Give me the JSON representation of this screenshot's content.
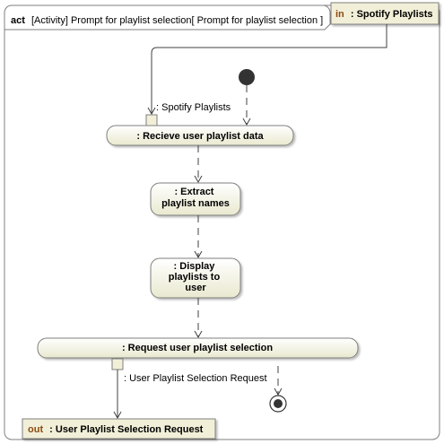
{
  "frame": {
    "keyword": "act",
    "title": "[Activity] Prompt for playlist selection[ Prompt for playlist selection ]"
  },
  "parameters": {
    "input": {
      "direction": "in",
      "name": ": Spotify Playlists"
    },
    "output": {
      "direction": "out",
      "name": ": User Playlist Selection Request"
    }
  },
  "actions": {
    "receive": ": Recieve user playlist data",
    "extract": [
      ": Extract",
      "playlist names"
    ],
    "display": [
      ": Display",
      "playlists to",
      "user"
    ],
    "request": ": Request user playlist selection"
  },
  "pins": {
    "input_pin_label": ": Spotify Playlists",
    "output_pin_label": ": User Playlist Selection Request"
  },
  "colors": {
    "action_fill_top": "#ffffff",
    "action_fill_bottom": "#e9e8cf",
    "parameter_fill": "#f2efd8",
    "direction_text": "#8b4a10",
    "line": "#404040",
    "frame_border": "#7f7f7f"
  }
}
